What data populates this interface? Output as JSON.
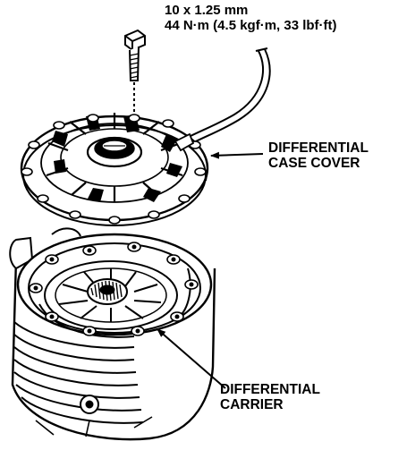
{
  "callouts": {
    "bolt_size": "10 x 1.25 mm",
    "torque": "44 N·m (4.5 kgf·m, 33 lbf·ft)"
  },
  "labels": {
    "cover_line1": "DIFFERENTIAL",
    "cover_line2": "CASE COVER",
    "carrier_line1": "DIFFERENTIAL",
    "carrier_line2": "CARRIER"
  },
  "colors": {
    "ink": "#000000",
    "paper": "#ffffff"
  },
  "icons": {
    "bolt": "bolt-icon",
    "cover": "case-cover-drawing",
    "carrier": "carrier-drawing",
    "leader_arrow": "arrow-icon"
  }
}
